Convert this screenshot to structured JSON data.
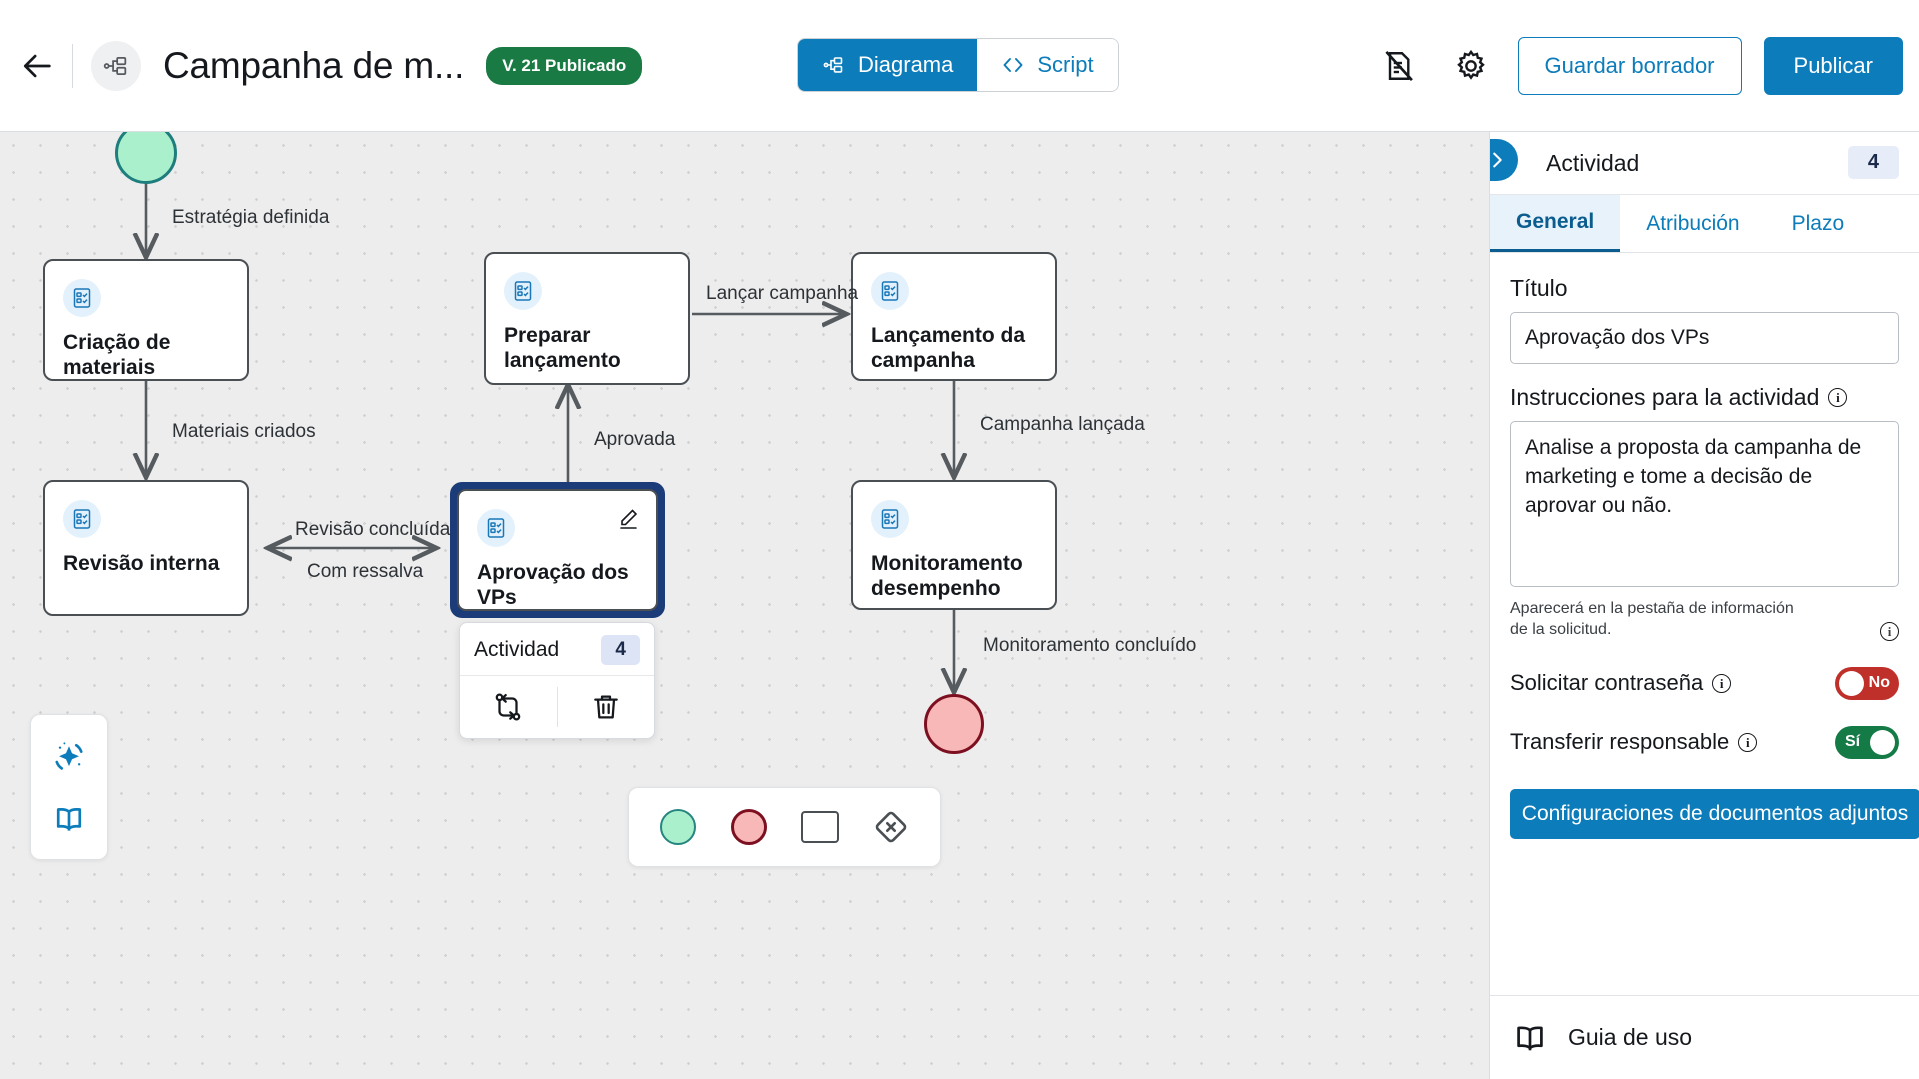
{
  "header": {
    "back_icon": "arrow-left-icon",
    "process_icon": "process-nodes-icon",
    "title": "Campanha de m...",
    "version_badge": "V. 21 Publicado",
    "view_tabs": [
      {
        "label": "Diagrama",
        "icon": "diagram-icon",
        "active": true
      },
      {
        "label": "Script",
        "icon": "code-brackets-icon",
        "active": false
      }
    ],
    "actions": {
      "notes_icon": "document-slash-icon",
      "settings_icon": "gear-icon",
      "save_draft_label": "Guardar borrador",
      "publish_label": "Publicar"
    }
  },
  "canvas": {
    "nodes": [
      {
        "id": "start",
        "type": "start-event",
        "label": ""
      },
      {
        "id": "criacao",
        "type": "activity",
        "label": "Criação de materiais",
        "icon": "form-checklist-icon"
      },
      {
        "id": "revisao",
        "type": "activity",
        "label": "Revisão interna",
        "icon": "form-checklist-icon"
      },
      {
        "id": "aprovacao",
        "type": "activity",
        "label": "Aprovação dos VPs",
        "icon": "form-checklist-icon",
        "selected": true,
        "edit_icon": "pencil-edit-icon"
      },
      {
        "id": "preparar",
        "type": "activity",
        "label": "Preparar lançamento",
        "icon": "form-checklist-icon"
      },
      {
        "id": "lancamento",
        "type": "activity",
        "label": "Lançamento da campanha",
        "icon": "form-checklist-icon"
      },
      {
        "id": "monitor",
        "type": "activity",
        "label": "Monitoramento desempenho",
        "icon": "form-checklist-icon"
      },
      {
        "id": "end",
        "type": "end-event",
        "label": ""
      }
    ],
    "edge_labels": {
      "estrategia": "Estratégia definida",
      "materiais": "Materiais criados",
      "revisao_concluida": "Revisão concluída",
      "com_ressalva": "Com ressalva",
      "aprovada": "Aprovada",
      "lancar": "Lançar campanha",
      "campanha_lancada": "Campanha lançada",
      "monitoramento_concluido": "Monitoramento concluído"
    },
    "context_menu": {
      "title": "Actividad",
      "badge": "4",
      "swap_icon": "swap-connection-icon",
      "delete_icon": "trash-icon"
    },
    "left_tools": [
      {
        "icon": "ai-sparkle-icon"
      },
      {
        "icon": "book-icon"
      }
    ],
    "palette": [
      {
        "icon": "start-event-shape",
        "name": "start-event"
      },
      {
        "icon": "end-event-shape",
        "name": "end-event"
      },
      {
        "icon": "activity-shape",
        "name": "activity"
      },
      {
        "icon": "gateway-shape",
        "name": "gateway"
      }
    ]
  },
  "panel": {
    "collapse_icon": "chevron-right-icon",
    "title": "Actividad",
    "badge": "4",
    "tabs": [
      {
        "label": "General",
        "active": true
      },
      {
        "label": "Atribución",
        "active": false
      },
      {
        "label": "Plazo",
        "active": false
      }
    ],
    "titulo_label": "Título",
    "titulo_value": "Aprovação dos VPs",
    "instrucciones_label": "Instrucciones para la actividad",
    "instrucciones_value": "Analise a proposta da campanha de marketing e tome a decisão de aprovar ou não.",
    "helper_text": "Aparecerá en la pestaña de información de la solicitud.",
    "toggles": [
      {
        "label": "Solicitar contraseña",
        "state": "No",
        "on": false
      },
      {
        "label": "Transferir responsable",
        "state": "Sí",
        "on": true
      }
    ],
    "attach_button": "Configuraciones de documentos adjuntos",
    "footer_label": "Guia de uso",
    "footer_icon": "book-icon"
  },
  "colors": {
    "accent": "#0c7cba",
    "published": "#1a7a43",
    "selected_border": "#1b3c78",
    "toggle_off": "#c0302b",
    "toggle_on": "#147a46"
  }
}
